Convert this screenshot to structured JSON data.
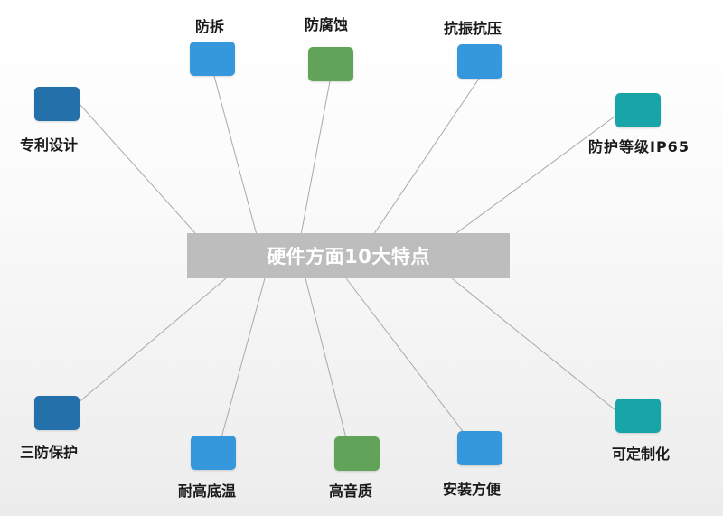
{
  "center": {
    "title": "硬件方面10大特点"
  },
  "colors": {
    "dark_blue": "#2470ab",
    "light_blue": "#3598dc",
    "green": "#62a35a",
    "teal": "#17a5a8",
    "line": "#a9a9a9",
    "center_bg": "#bdbdbd"
  },
  "nodes": [
    {
      "id": "fangchai",
      "label": "防拆",
      "color": "light_blue"
    },
    {
      "id": "fangfushi",
      "label": "防腐蚀",
      "color": "green"
    },
    {
      "id": "kangzhen",
      "label": "抗振抗压",
      "color": "light_blue"
    },
    {
      "id": "zhuanli",
      "label": "专利设计",
      "color": "dark_blue"
    },
    {
      "id": "ip65",
      "label": "防护等级IP65",
      "color": "teal"
    },
    {
      "id": "sanfang",
      "label": "三防保护",
      "color": "dark_blue"
    },
    {
      "id": "naigaodiwen",
      "label": "耐高底温",
      "color": "light_blue"
    },
    {
      "id": "gaoyinzhi",
      "label": "高音质",
      "color": "green"
    },
    {
      "id": "anzhuang",
      "label": "安装方便",
      "color": "light_blue"
    },
    {
      "id": "kedingzhi",
      "label": "可定制化",
      "color": "teal"
    }
  ]
}
